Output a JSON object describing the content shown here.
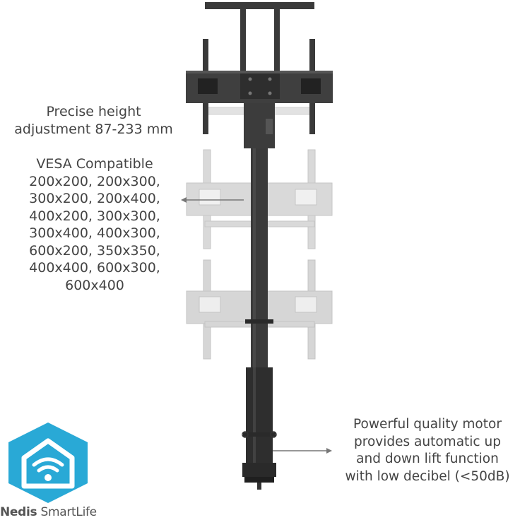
{
  "features": {
    "height": "Precise height\nadjustment 87-233 mm",
    "vesa": "VESA Compatible\n200x200, 200x300,\n300x200, 200x400,\n400x200, 300x300,\n300x400, 400x300,\n600x200, 350x350,\n400x400, 600x300,\n600x400",
    "motor": "Powerful quality motor\nprovides automatic up\nand down lift function\nwith low decibel (<50dB)"
  },
  "brand": {
    "name_bold": "Nedis",
    "name_light": "SmartLife",
    "logo_icon": "wifi-home-icon",
    "logo_color": "#29a9d6"
  },
  "colors": {
    "mount_dark": "#3a3a3a",
    "mount_ghost": "#cfcfcf",
    "text": "#444444"
  }
}
